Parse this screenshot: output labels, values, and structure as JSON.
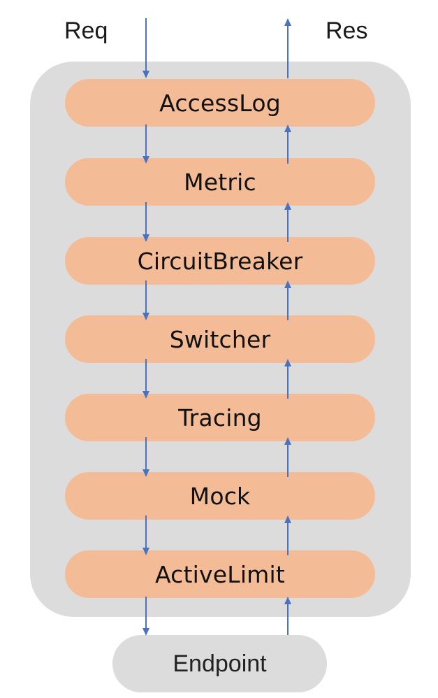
{
  "labels": {
    "request": "Req",
    "response": "Res"
  },
  "stages": [
    {
      "label": "AccessLog"
    },
    {
      "label": "Metric"
    },
    {
      "label": "CircuitBreaker"
    },
    {
      "label": "Switcher"
    },
    {
      "label": "Tracing"
    },
    {
      "label": "Mock"
    },
    {
      "label": "ActiveLimit"
    }
  ],
  "endpoint": {
    "label": "Endpoint"
  },
  "colors": {
    "stage_fill": "#f4bc96",
    "container_fill": "#dcdcdc",
    "arrow": "#4a72c0"
  }
}
